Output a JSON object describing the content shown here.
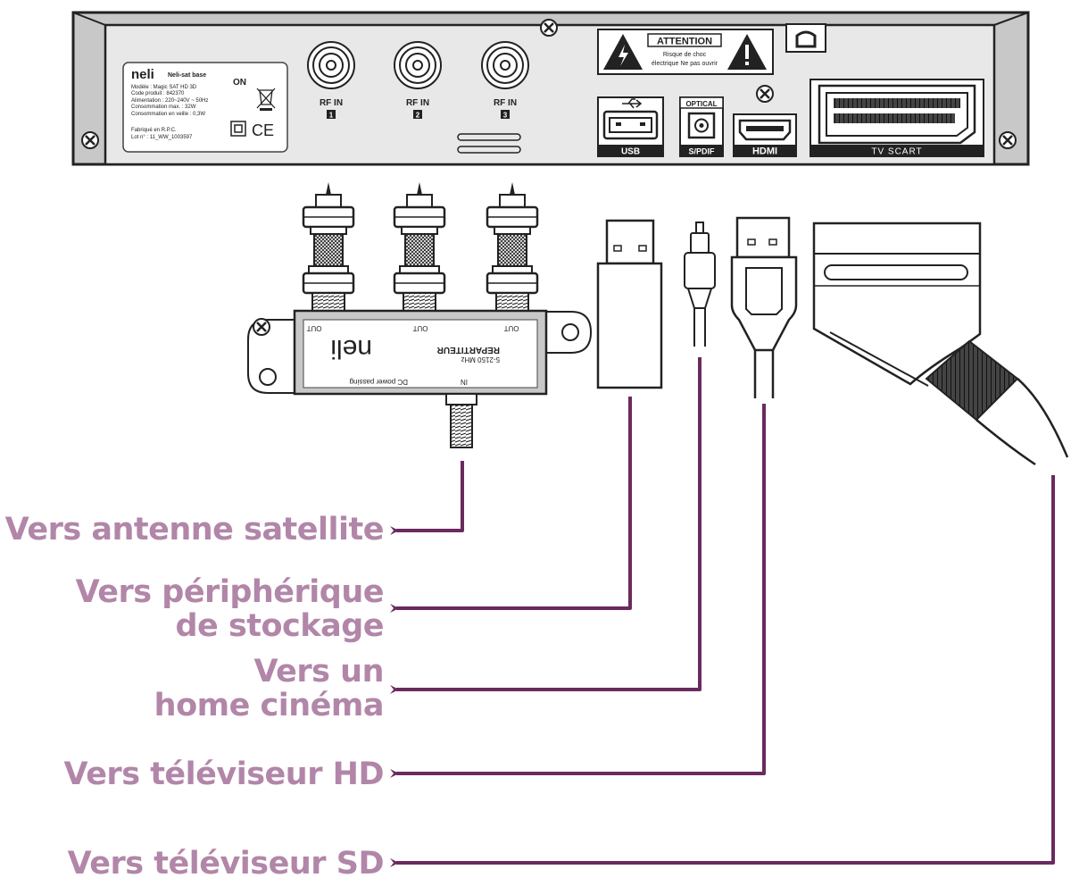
{
  "colors": {
    "line": "#6b2a5f",
    "label": "#b286a8",
    "device": "#e8e8e8",
    "frame": "#c8c8c8",
    "stroke": "#222222"
  },
  "device_label": {
    "brand": "neli",
    "model_name": "Neli-sat base",
    "on": "ON",
    "lines": [
      "Modèle : Magic SAT HD 3D",
      "Code produit : 842370",
      "Alimentation : 220~240V ~ 50Hz",
      "Consommation max. : 32W",
      "Consommation en veille : 0,3W"
    ],
    "made_in": "Fabriqué en R.P.C.",
    "lot": "Lot n° : 11_WW_1003597",
    "ce": "CE"
  },
  "rf_inputs": [
    {
      "label": "RF IN",
      "number": "1"
    },
    {
      "label": "RF IN",
      "number": "2"
    },
    {
      "label": "RF IN",
      "number": "3"
    }
  ],
  "warning": {
    "title": "ATTENTION",
    "line1": "Risque de choc",
    "line2": "électrique Ne pas ouvrir"
  },
  "ports": {
    "usb": "USB",
    "optical_top": "OPTICAL",
    "optical_bottom": "S/PDIF",
    "hdmi": "HDMI",
    "scart": "TV SCART"
  },
  "splitter": {
    "brand": "neli",
    "name": "REPARTITEUR",
    "freq": "5-2150 MHz",
    "out": "OUT",
    "in": "IN",
    "dc": "DC power passing"
  },
  "destinations": [
    {
      "label": "Vers antenne satellite"
    },
    {
      "label": "Vers périphérique\nde stockage"
    },
    {
      "label": "Vers un\nhome cinéma"
    },
    {
      "label": "Vers téléviseur HD"
    },
    {
      "label": "Vers téléviseur SD"
    }
  ]
}
